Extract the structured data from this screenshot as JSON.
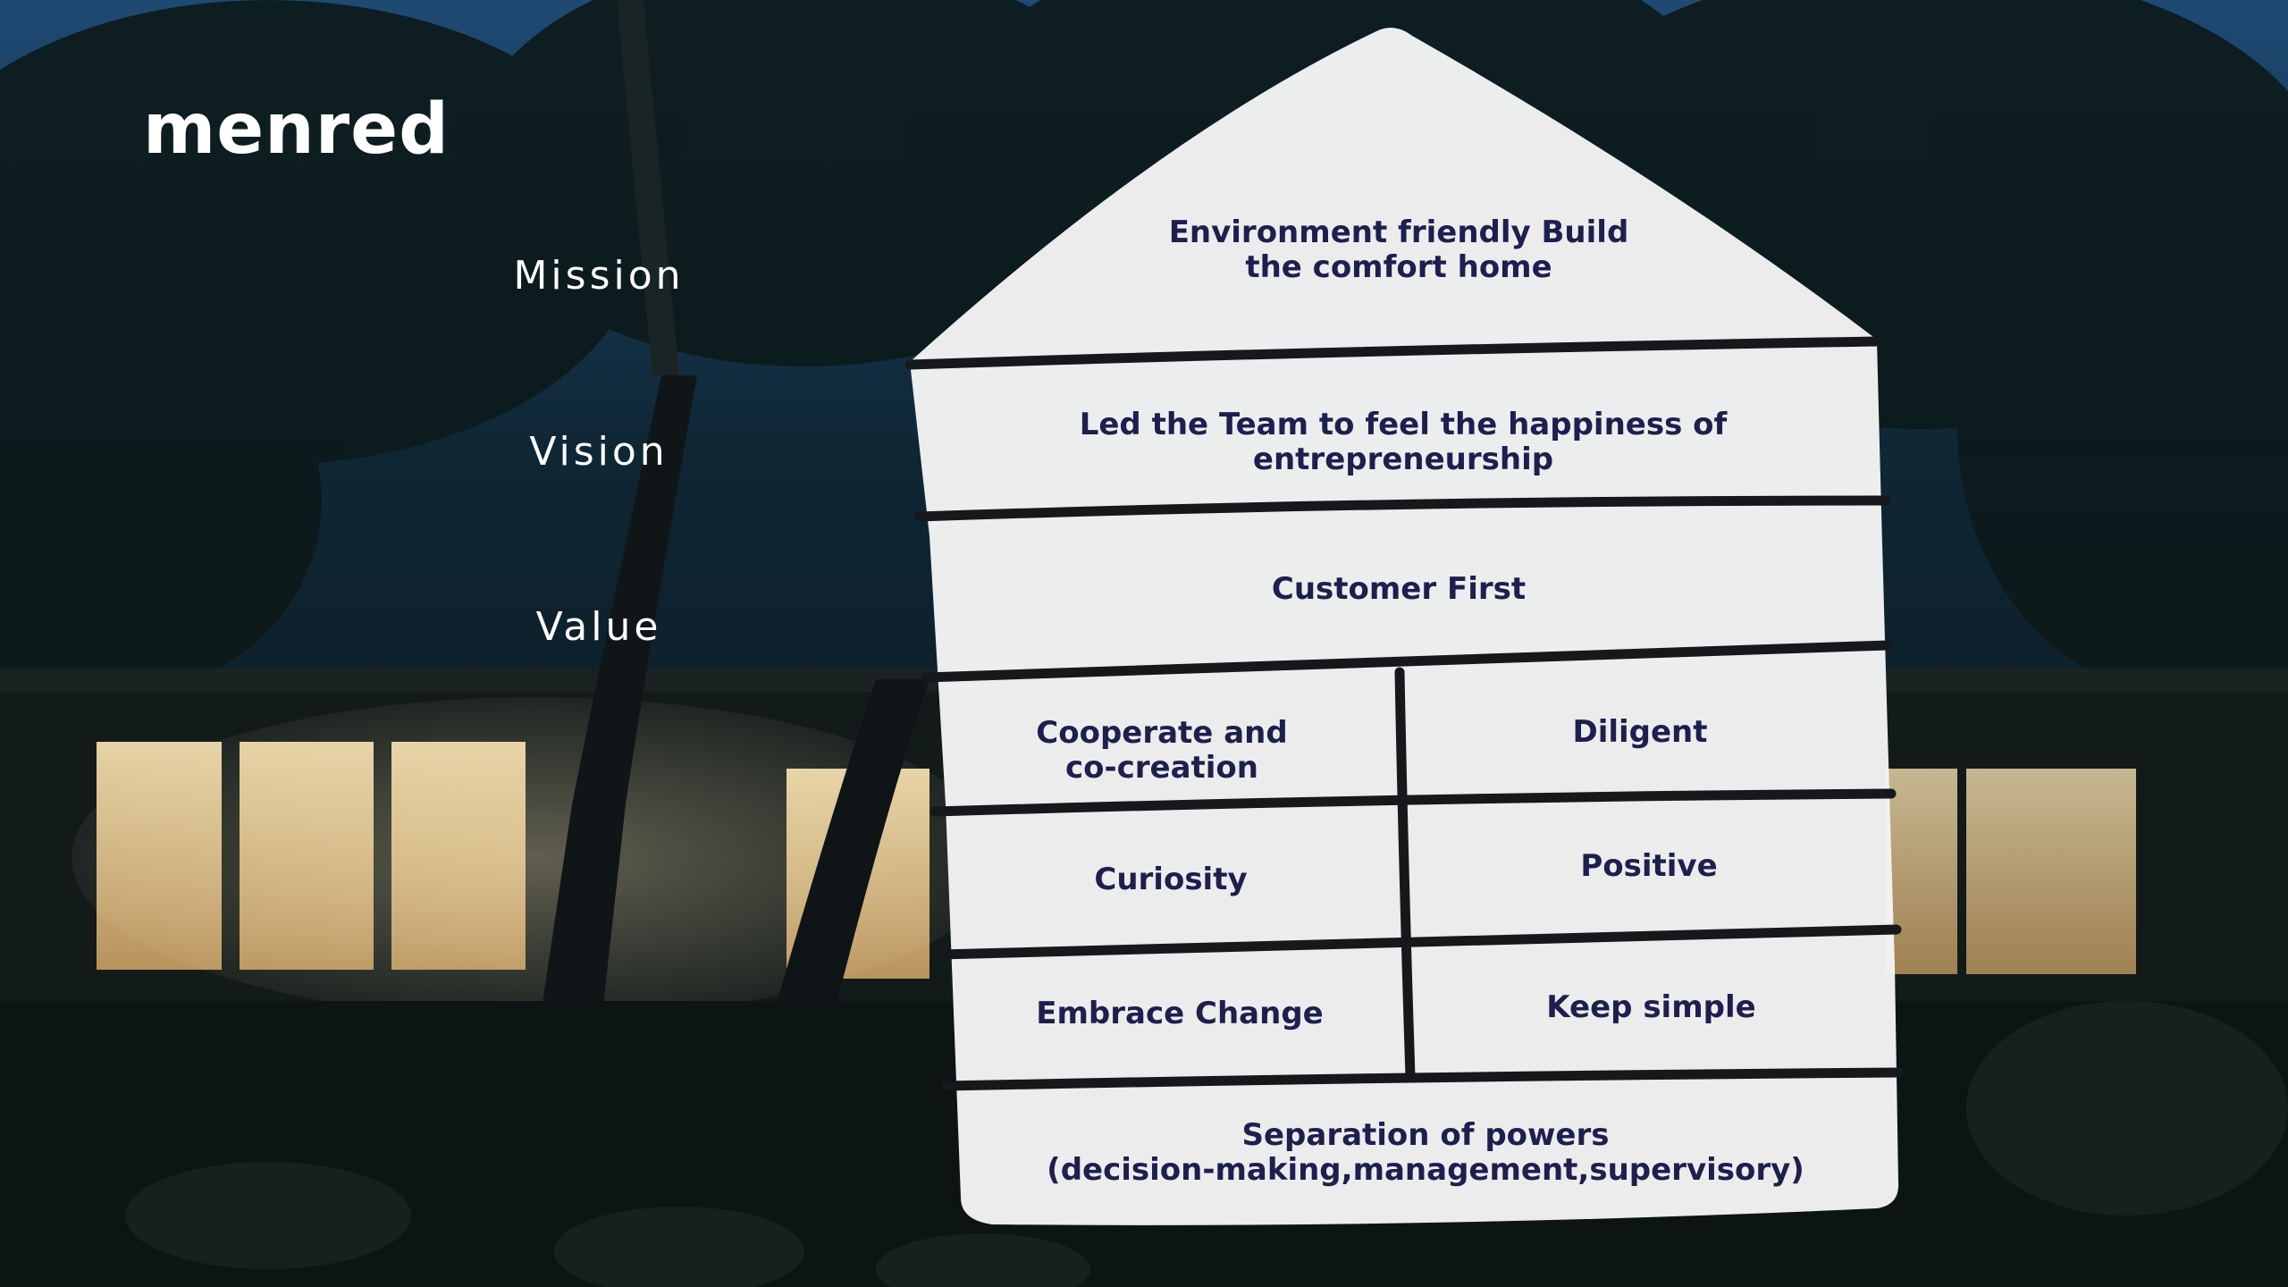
{
  "brand": {
    "logo_text": "menred"
  },
  "labels": {
    "mission": "Mission",
    "vision": "Vision",
    "value": "Value"
  },
  "house": {
    "mission": "Environment friendly Build\nthe comfort home",
    "vision": "Led the Team to feel the happiness of entrepreneurship",
    "value_main": "Customer First",
    "values": [
      "Cooperate and\nco-creation",
      "Diligent",
      "Curiosity",
      "Positive",
      "Embrace Change",
      "Keep simple"
    ],
    "foundation": "Separation of powers\n(decision-making,management,supervisory)"
  },
  "colors": {
    "text_dark": "#1d1f4e",
    "house_fill": "#f4f4f4",
    "divider": "#16181c",
    "label_text": "#ffffff"
  }
}
